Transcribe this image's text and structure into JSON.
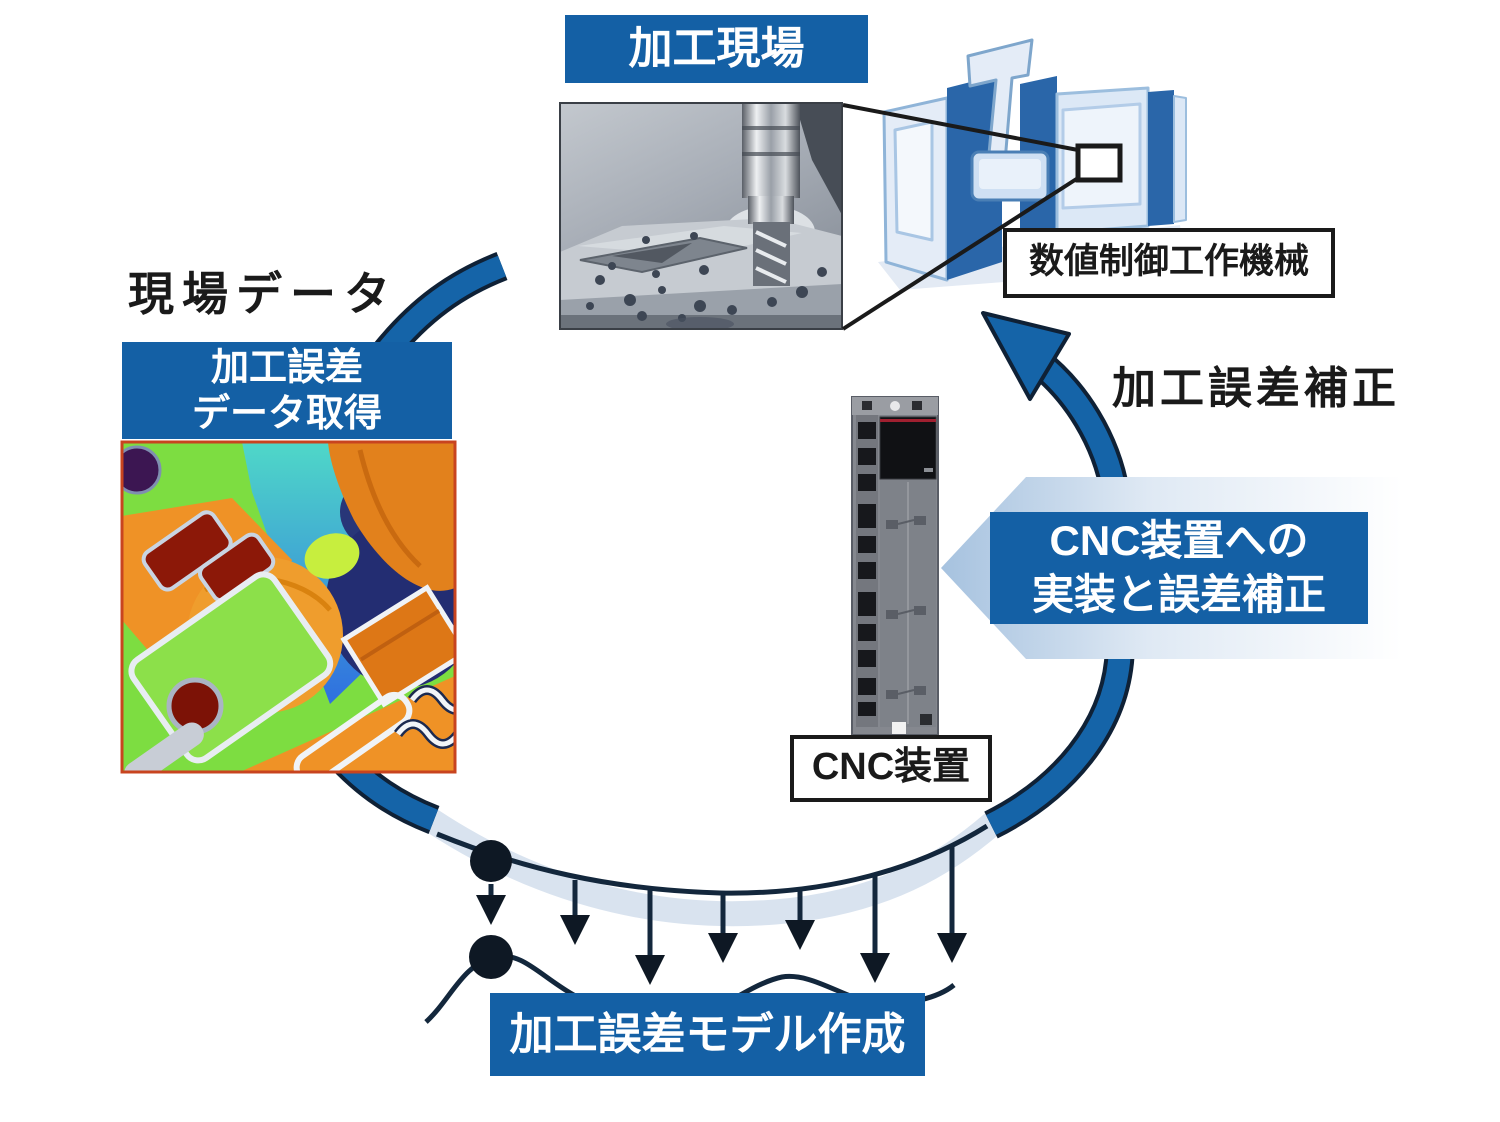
{
  "diagram_title": "CNC machining error compensation cycle",
  "colors": {
    "label_blue": "#1460a5",
    "arc_blue": "#1564a8",
    "band_light": "#d9e3ef",
    "outline_dark": "#0f2136",
    "text_black": "#1a1a1a",
    "heatmap_green": "#7ddd41",
    "heatmap_orange": "#ef9226",
    "heatmap_red": "#8c1808"
  },
  "nodes": {
    "machining_site": {
      "label": "加工現場"
    },
    "field_data": {
      "caption": "現場データ"
    },
    "error_data_acquisition": {
      "line1": "加工誤差",
      "line2": "データ取得"
    },
    "nc_machine_tool": {
      "label": "数値制御工作機械"
    },
    "error_compensation": {
      "caption": "加工誤差補正"
    },
    "cnc_implementation": {
      "line1": "CNC装置への",
      "line2": "実装と誤差補正"
    },
    "cnc_unit": {
      "label": "CNC装置"
    },
    "error_model_creation": {
      "label": "加工誤差モデル作成"
    }
  }
}
